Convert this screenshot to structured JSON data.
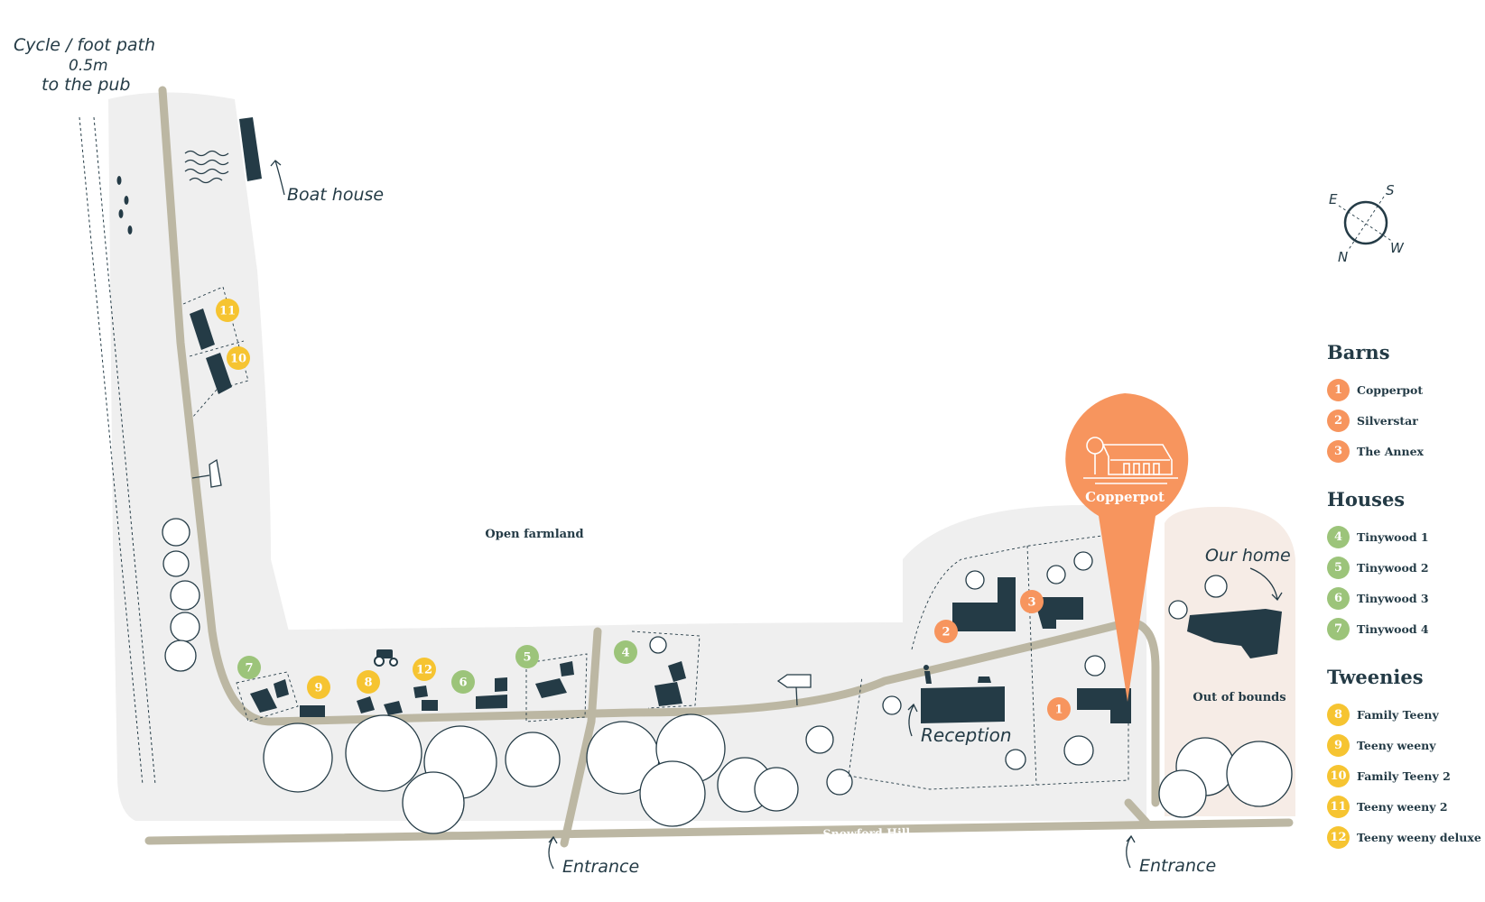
{
  "colors": {
    "barns": "#f7955e",
    "houses": "#9cc47a",
    "tweenies": "#f6c431",
    "building": "#243b46",
    "grass": "#efefef",
    "path": "#bcb7a3",
    "out_of_bounds": "#f6ece6"
  },
  "annotations": {
    "cycle_path_line1": "Cycle / foot path",
    "cycle_path_line2": "0.5m",
    "cycle_path_line3": "to the pub",
    "boat_house": "Boat house",
    "our_home": "Our home",
    "reception": "Reception",
    "entrance_left": "Entrance",
    "entrance_right": "Entrance",
    "open_farmland": "Open farmland",
    "out_of_bounds": "Out of bounds",
    "road_name": "Snowford Hill"
  },
  "highlight": {
    "label": "Copperpot",
    "icon": "barn-icon"
  },
  "compass": {
    "n": "N",
    "e": "E",
    "s": "S",
    "w": "W"
  },
  "map_pins": [
    {
      "number": "1",
      "category": "barns"
    },
    {
      "number": "2",
      "category": "barns"
    },
    {
      "number": "3",
      "category": "barns"
    },
    {
      "number": "4",
      "category": "houses"
    },
    {
      "number": "5",
      "category": "houses"
    },
    {
      "number": "6",
      "category": "houses"
    },
    {
      "number": "7",
      "category": "houses"
    },
    {
      "number": "8",
      "category": "tweenies"
    },
    {
      "number": "9",
      "category": "tweenies"
    },
    {
      "number": "10",
      "category": "tweenies"
    },
    {
      "number": "11",
      "category": "tweenies"
    },
    {
      "number": "12",
      "category": "tweenies"
    }
  ],
  "legend": {
    "barns": {
      "title": "Barns",
      "items": [
        {
          "number": "1",
          "label": "Copperpot"
        },
        {
          "number": "2",
          "label": "Silverstar"
        },
        {
          "number": "3",
          "label": "The Annex"
        }
      ]
    },
    "houses": {
      "title": "Houses",
      "items": [
        {
          "number": "4",
          "label": "Tinywood 1"
        },
        {
          "number": "5",
          "label": "Tinywood 2"
        },
        {
          "number": "6",
          "label": "Tinywood 3"
        },
        {
          "number": "7",
          "label": "Tinywood 4"
        }
      ]
    },
    "tweenies": {
      "title": "Tweenies",
      "items": [
        {
          "number": "8",
          "label": "Family Teeny"
        },
        {
          "number": "9",
          "label": "Teeny weeny"
        },
        {
          "number": "10",
          "label": "Family Teeny 2"
        },
        {
          "number": "11",
          "label": "Teeny weeny 2"
        },
        {
          "number": "12",
          "label": "Teeny weeny deluxe"
        }
      ]
    }
  }
}
